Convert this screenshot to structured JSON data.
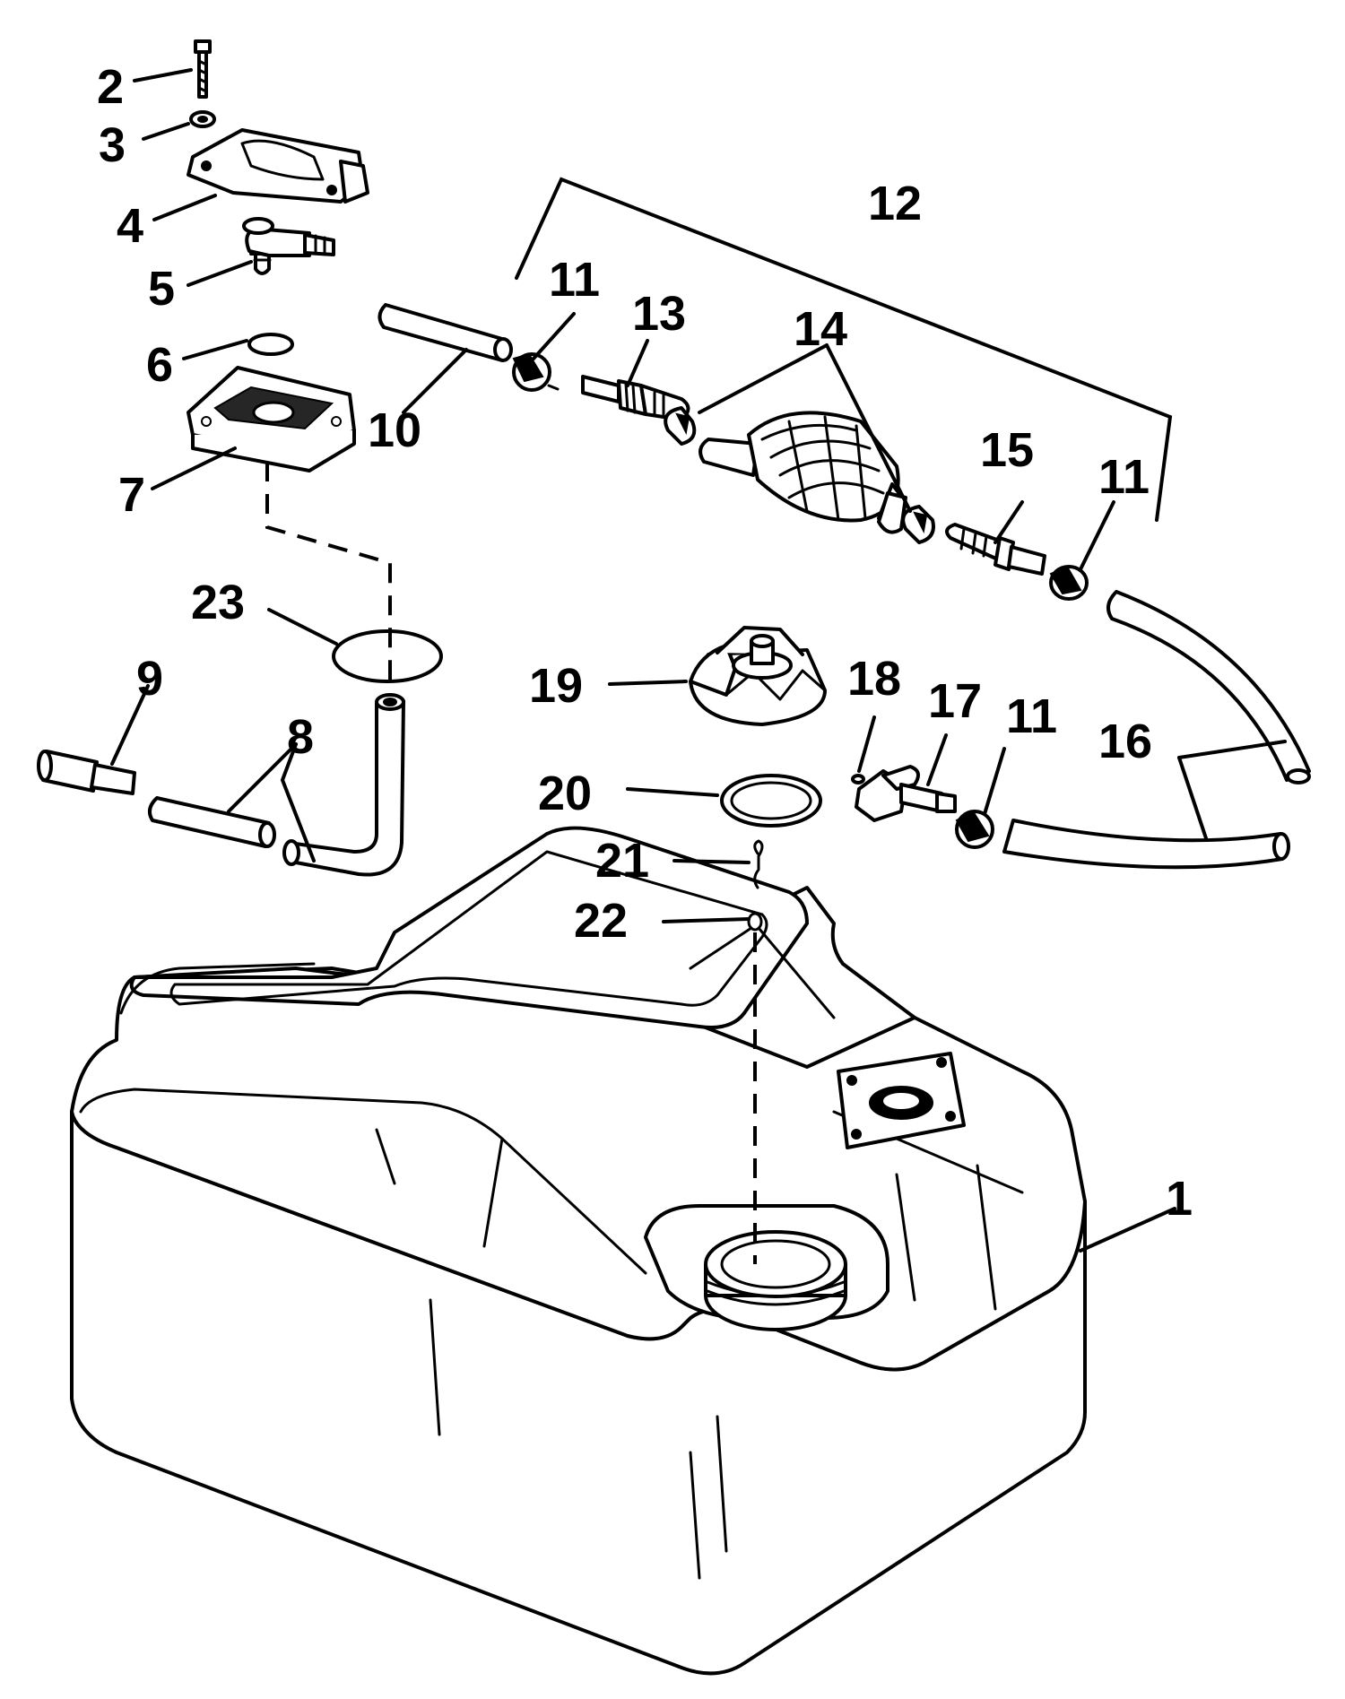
{
  "colors": {
    "ink": "#000000",
    "paper": "#ffffff"
  },
  "callouts": {
    "c1": "1",
    "c2": "2",
    "c3": "3",
    "c4": "4",
    "c5": "5",
    "c6": "6",
    "c7": "7",
    "c8": "8",
    "c9": "9",
    "c10": "10",
    "c11a": "11",
    "c11b": "11",
    "c11c": "11",
    "c12": "12",
    "c13": "13",
    "c14": "14",
    "c15": "15",
    "c16": "16",
    "c17": "17",
    "c18": "18",
    "c19": "19",
    "c20": "20",
    "c21": "21",
    "c22": "22",
    "c23": "23"
  }
}
